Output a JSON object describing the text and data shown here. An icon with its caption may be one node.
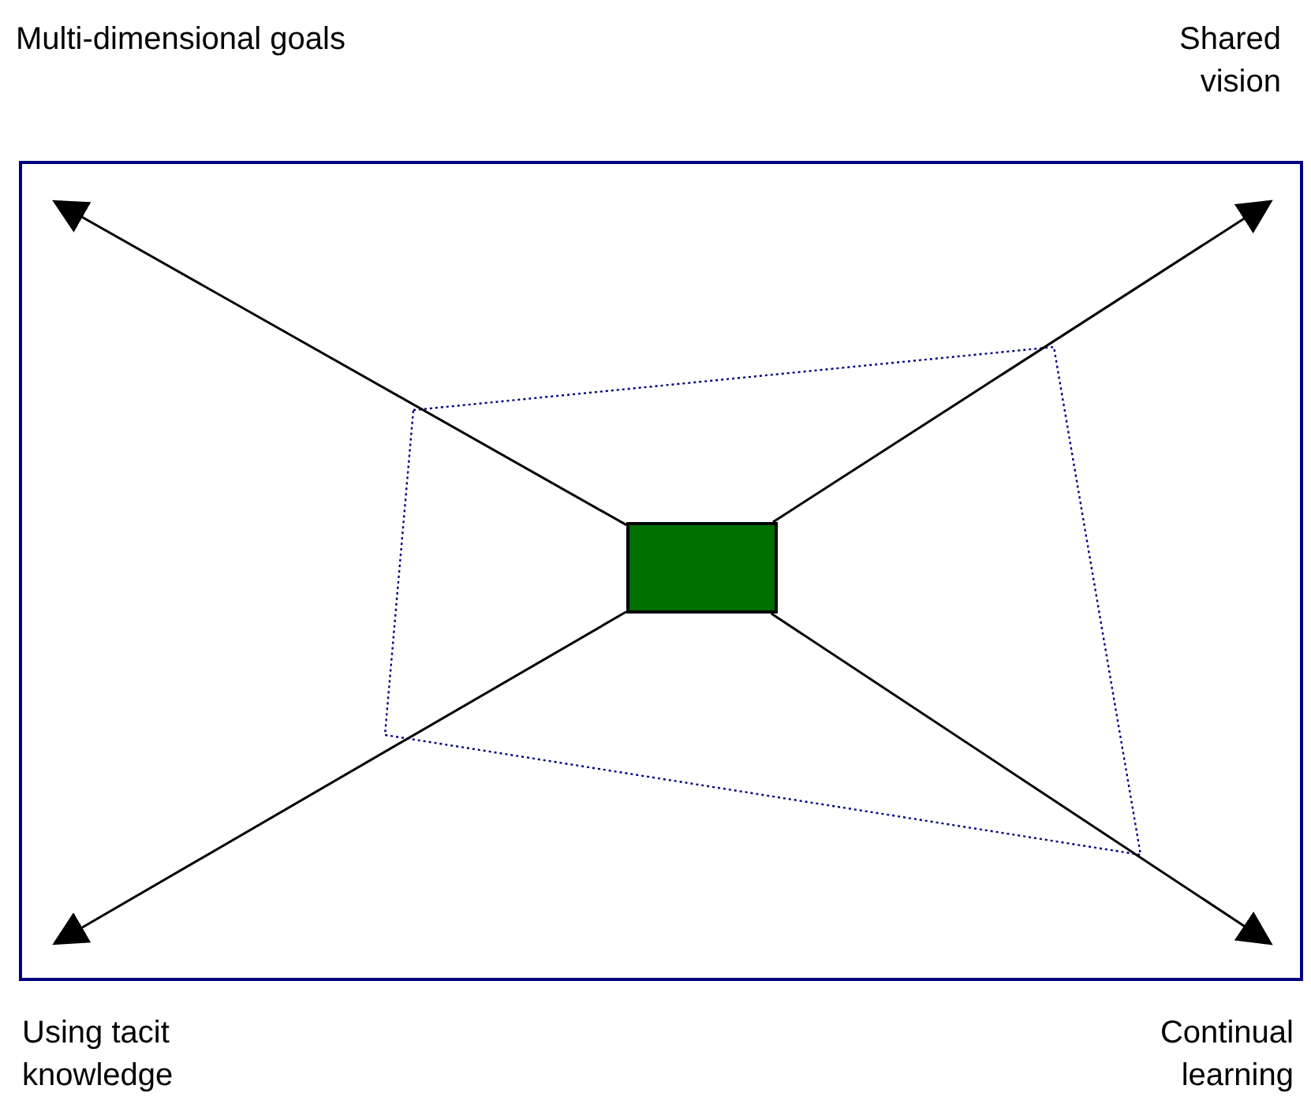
{
  "diagram": {
    "nodes": [
      {
        "text": [],
        "shape": "box"
      },
      {
        "text": [],
        "shape": "box",
        "in": 0
      }
    ],
    "edges": [
      {
        "from": 1,
        "to": null,
        "arrow": "to"
      },
      {
        "from": 1,
        "to": null,
        "arrow": "to"
      },
      {
        "from": 1,
        "to": null,
        "arrow": "to"
      },
      {
        "from": 1,
        "to": null,
        "arrow": "to"
      }
    ],
    "labels": [
      "Multi-dimensional goals",
      "Shared vision",
      "Using tacit knowledge",
      "Continual learning"
    ]
  }
}
